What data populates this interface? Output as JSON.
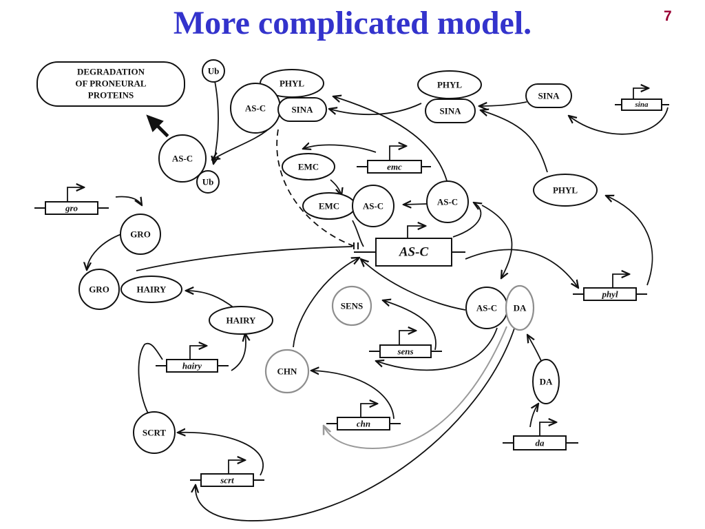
{
  "slide": {
    "title": "More complicated model.",
    "number": "7"
  },
  "nodes": {
    "degradation_line1": "DEGRADATION",
    "degradation_line2": "OF PRONEURAL",
    "degradation_line3": "PROTEINS",
    "ub": "Ub",
    "phyl": "PHYL",
    "as_c": "AS-C",
    "sina": "SINA",
    "emc": "EMC",
    "gro": "GRO",
    "hairy": "HAIRY",
    "sens": "SENS",
    "da": "DA",
    "chn": "CHN",
    "scrt": "SCRT"
  },
  "genes": {
    "sina": "sina",
    "emc": "emc",
    "gro": "gro",
    "as_c": "AS-C",
    "phyl": "phyl",
    "sens": "sens",
    "hairy": "hairy",
    "chn": "chn",
    "da": "da",
    "scrt": "scrt"
  },
  "colors": {
    "title": "#3333cc",
    "slide_number": "#990033",
    "outline": "#111111",
    "gray_outline": "#8e8e8e"
  }
}
